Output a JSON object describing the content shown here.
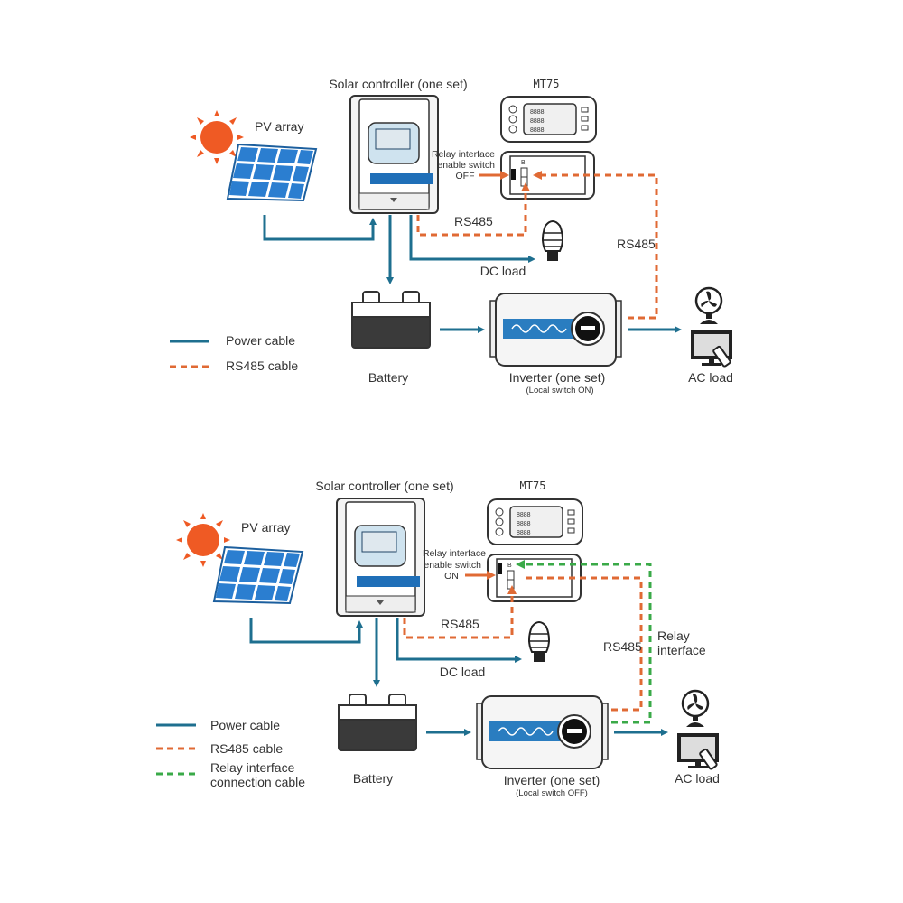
{
  "colors": {
    "power": "#1e6f8f",
    "rs485": "#e06a34",
    "relay": "#3aaa48",
    "sun": "#ef5a24",
    "panel": "#2b7ed0"
  },
  "panels": [
    {
      "pv_array": "PV array",
      "controller": "Solar controller (one set)",
      "monitor": "MT75",
      "relay_label": [
        "Relay interface",
        "enable switch",
        "OFF"
      ],
      "rs485_a": "RS485",
      "rs485_b": "RS485",
      "dc_load": "DC load",
      "battery": "Battery",
      "inverter": "Inverter (one set)",
      "inverter_note": "(Local switch ON)",
      "ac_load": "AC load",
      "legend": [
        "Power cable",
        "RS485 cable"
      ]
    },
    {
      "pv_array": "PV array",
      "controller": "Solar controller (one set)",
      "monitor": "MT75",
      "relay_label": [
        "Relay interface",
        "enable switch",
        "ON"
      ],
      "rs485_a": "RS485",
      "rs485_b": "RS485",
      "relay_interface": [
        "Relay",
        "interface"
      ],
      "dc_load": "DC load",
      "battery": "Battery",
      "inverter": "Inverter (one set)",
      "inverter_note": "(Local switch OFF)",
      "ac_load": "AC load",
      "legend": [
        "Power cable",
        "RS485 cable",
        "Relay interface",
        "connection cable"
      ]
    }
  ]
}
